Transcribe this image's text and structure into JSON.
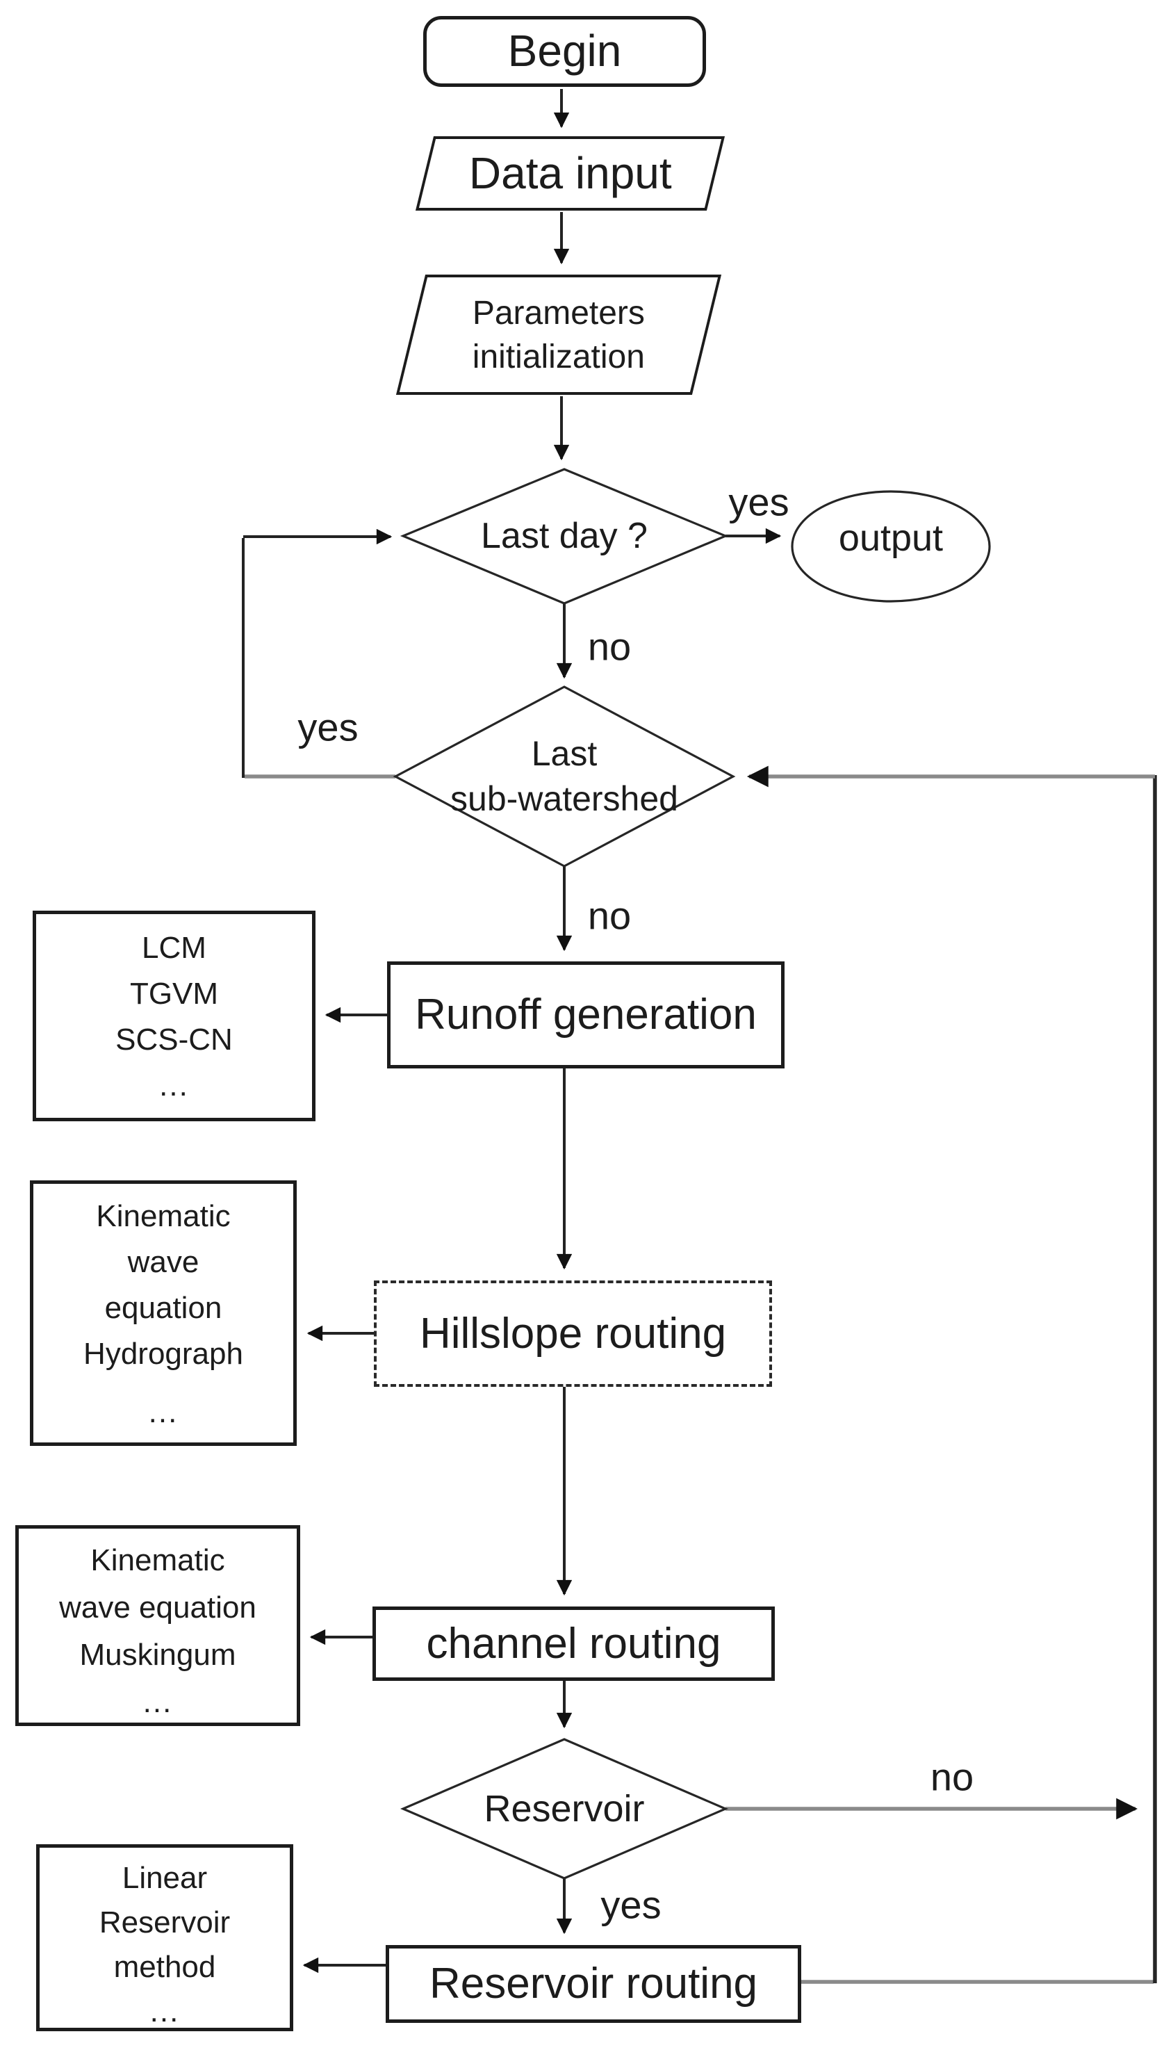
{
  "flowchart": {
    "title": "Hydrological model daily loop flowchart",
    "nodes": {
      "begin": "Begin",
      "data_input": "Data input",
      "parameters": "Parameters initialization",
      "last_day": "Last day ?",
      "output": "output",
      "last_subwatershed": {
        "lines": [
          "Last",
          "sub-watershed"
        ]
      },
      "runoff_generation": "Runoff generation",
      "hillslope_routing": "Hillslope routing",
      "channel_routing": "channel routing",
      "reservoir": "Reservoir",
      "reservoir_routing": "Reservoir routing"
    },
    "side_boxes": {
      "runoff_methods": {
        "lines": [
          "LCM",
          "TGVM",
          "SCS-CN",
          "..."
        ]
      },
      "hillslope_methods": {
        "lines": [
          "Kinematic",
          "wave",
          "equation",
          "Hydrograph",
          "..."
        ]
      },
      "channel_methods": {
        "lines": [
          "Kinematic",
          "wave equation",
          "Muskingum",
          "..."
        ]
      },
      "reservoir_methods": {
        "lines": [
          "Linear",
          "Reservoir",
          "method",
          "..."
        ]
      }
    },
    "edge_labels": {
      "last_day_yes": "yes",
      "last_day_no": "no",
      "subwatershed_yes": "yes",
      "subwatershed_no": "no",
      "reservoir_no": "no",
      "reservoir_yes": "yes"
    },
    "colors": {
      "ink": "#1c1c1c",
      "feedback_line_gray": "#8a8a8a",
      "background": "#ffffff"
    }
  }
}
